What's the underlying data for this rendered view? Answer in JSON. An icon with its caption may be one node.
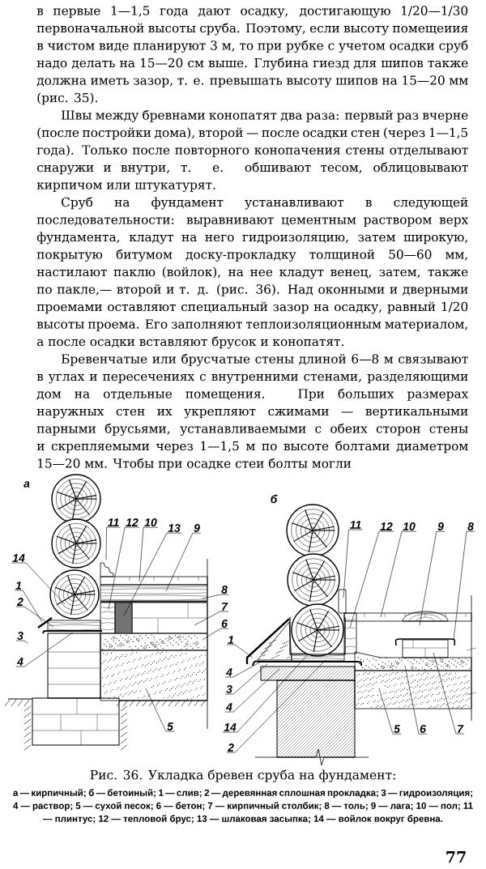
{
  "diagram": {
    "title": "Рис. 36. Укладка бревен сруба на фундамент:",
    "caption": "а — кирпичный; б — бетоиный; 1 — слив; 2 — деревянная сплошная прокладка; 3 — гидроизоляция; 4 — раствор; 5 — сухой песок; 6 — бетон; 7 — кирпичный столбик; 8 — толь; 9 — лага; 10 — пол; 11 — плинтус; 12 — тепловой брус; 13 — шлаковая засыпка; 14 — войлок вокруг бревна.",
    "nodes": [
      {
        "text": [
          "11"
        ]
      },
      {
        "text": [
          "12"
        ]
      },
      {
        "text": [
          "10"
        ]
      },
      {
        "text": [
          "13"
        ]
      },
      {
        "text": [
          "9"
        ]
      },
      {
        "text": [
          "14"
        ]
      },
      {
        "text": [
          "8"
        ]
      },
      {
        "text": [
          "1"
        ]
      },
      {
        "text": [
          "7"
        ]
      },
      {
        "text": [
          "2"
        ]
      },
      {
        "text": [
          "6"
        ]
      },
      {
        "text": [
          "3"
        ]
      },
      {
        "text": [
          "4"
        ]
      },
      {
        "text": [
          "5"
        ]
      },
      {
        "text": [
          "11"
        ]
      },
      {
        "text": [
          "12"
        ]
      },
      {
        "text": [
          "10"
        ]
      },
      {
        "text": [
          "9"
        ]
      },
      {
        "text": [
          "8"
        ]
      },
      {
        "text": [
          "1"
        ]
      },
      {
        "text": [
          "4"
        ]
      },
      {
        "text": [
          "3"
        ]
      },
      {
        "text": [
          "4"
        ]
      },
      {
        "text": [
          "14"
        ]
      },
      {
        "text": [
          "2"
        ]
      },
      {
        "text": [
          "5"
        ]
      },
      {
        "text": [
          "6"
        ]
      },
      {
        "text": [
          "7"
        ]
      }
    ],
    "edges": [
      {
        "from": 0,
        "to": null,
        "arrow": "none"
      },
      {
        "from": 1,
        "to": null,
        "arrow": "none"
      },
      {
        "from": 2,
        "to": null,
        "arrow": "none"
      },
      {
        "from": 3,
        "to": null,
        "arrow": "none"
      },
      {
        "from": 4,
        "to": null,
        "arrow": "none"
      },
      {
        "from": 5,
        "to": null,
        "arrow": "none"
      },
      {
        "from": 6,
        "to": null,
        "arrow": "none"
      },
      {
        "from": 7,
        "to": null,
        "arrow": "none"
      },
      {
        "from": 8,
        "to": null,
        "arrow": "none"
      },
      {
        "from": 9,
        "to": null,
        "arrow": "none"
      },
      {
        "from": 10,
        "to": null,
        "arrow": "none"
      },
      {
        "from": 11,
        "to": null,
        "arrow": "none"
      },
      {
        "from": 12,
        "to": null,
        "arrow": "none"
      },
      {
        "from": 13,
        "to": null,
        "arrow": "none"
      },
      {
        "from": 14,
        "to": null,
        "arrow": "none"
      },
      {
        "from": 15,
        "to": null,
        "arrow": "none"
      },
      {
        "from": 16,
        "to": null,
        "arrow": "none"
      },
      {
        "from": 17,
        "to": null,
        "arrow": "none"
      },
      {
        "from": 18,
        "to": null,
        "arrow": "none"
      },
      {
        "from": 19,
        "to": null,
        "arrow": "none"
      },
      {
        "from": 20,
        "to": null,
        "arrow": "none"
      },
      {
        "from": 21,
        "to": null,
        "arrow": "none"
      },
      {
        "from": 22,
        "to": null,
        "arrow": "none"
      },
      {
        "from": 23,
        "to": null,
        "arrow": "none"
      },
      {
        "from": 24,
        "to": null,
        "arrow": "none"
      },
      {
        "from": 25,
        "to": null,
        "arrow": "none"
      },
      {
        "from": 26,
        "to": null,
        "arrow": "none"
      },
      {
        "from": 27,
        "to": null,
        "arrow": "none"
      }
    ],
    "labels": [
      "в первые 1—1,5 года дают осадку, достигающую 1/20—1/30 первоначальной высоты сруба. Поэтому, если высоту помещеиия в чистом виде планируют 3 м, то при рубке с учетом осадки сруб надо делать на 15—20 см выше. Глубина гиезд для шипов также должна иметь зазор, т. е. превышать высоту шипов на 15—20 мм (рис. 35).",
      "Швы между бревнами конопатят два раза: первый раз вчерне (после постройки дома), второй — после осадки стен (через 1—1,5 года). Только после повторного конопачения стены отделывают снаружи и внутри, т. е. обшивают тесом, облицовывают кирпичом или штукатурят.",
      "Сруб на фундамент устанавливают в следующей последовательности: выравнивают цементным раствором верх фундамента, кладут на него гидроизоляцию, затем широкую, покрытую битумом доску-прокладку толщиной 50—60 мм, настилают паклю (войлок), на нее кладут венец, затем, также по пакле,— второй и т. д. (рис. 36). Над оконными и дверными проемами оставляют специальный зазор на осадку, равный 1/20 высоты проема. Его заполняют теплоизоляционным материалом, а после осадки вставляют брусок и конопатят.",
      "Бревенчатые или брусчатые стены длиной 6—8 м связывают в углах и пересечениях с внутренними стенами, разделяющими дом на отдельные помещения. При больших размерах наружных стен их укрепляют сжимами — вертикальными парными брусьями, устанавливаемыми с обеих сторон стены и скрепляемыми через 1—1,5 м по высоте болтами диаметром 15—20 мм. Чтобы при осадке стеи болты могли",
      "а",
      "б",
      "77"
    ]
  }
}
